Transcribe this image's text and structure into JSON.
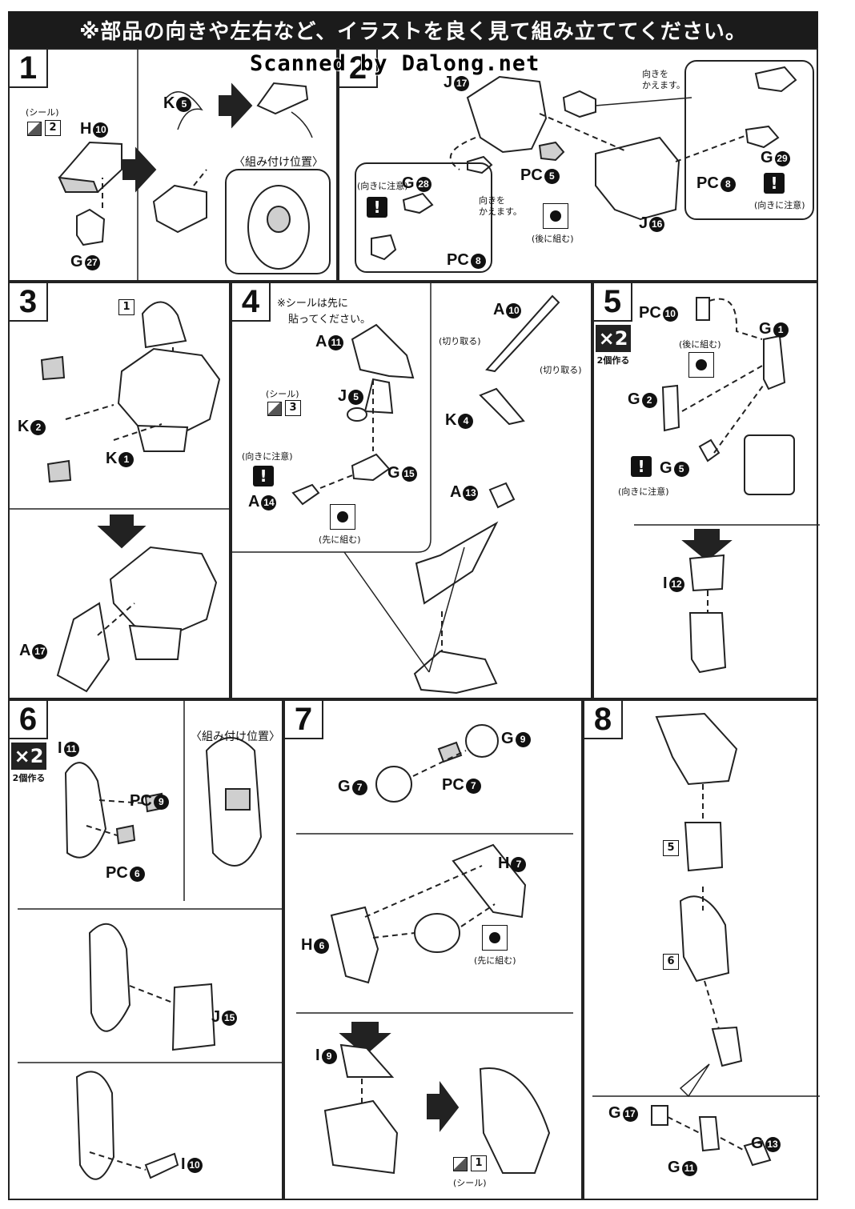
{
  "banner": {
    "text": "※部品の向きや左右など、イラストを良く見て組み立ててください。"
  },
  "watermark": {
    "text": "Scanned by Dalong.net"
  },
  "steps": {
    "s1": {
      "num": "1",
      "sticker": "(シール)",
      "sticker_ref": "2",
      "H10": "H",
      "K5": "K",
      "G27": "G",
      "pos": "〈組み付け位置〉"
    },
    "s2": {
      "num": "2",
      "J17": "J",
      "G28": "G",
      "caution": "(向きに注意)",
      "turn1": "向きを",
      "turn2": "かえます。",
      "PC5": "PC",
      "PC8a": "PC",
      "later": "(後に組む)",
      "J16": "J",
      "turnb1": "向きを",
      "turnb2": "かえます。",
      "G29": "G",
      "PC8b": "PC",
      "caution2": "(向きに注意)"
    },
    "s3": {
      "num": "3",
      "ref": "1",
      "K2": "K",
      "K1": "K",
      "A17": "A"
    },
    "s4": {
      "num": "4",
      "note1": "※シールは先に",
      "note2": "貼ってください。",
      "A11": "A",
      "sticker": "(シール)",
      "sticker_ref": "3",
      "J5": "J",
      "G15": "G",
      "caution": "(向きに注意)",
      "A14": "A",
      "first": "(先に組む)",
      "A10": "A",
      "cut1": "(切り取る)",
      "cut2": "(切り取る)",
      "K4": "K",
      "A13": "A"
    },
    "s5": {
      "num": "5",
      "x2": "×2",
      "make2": "2個作る",
      "PC10": "PC",
      "G1": "G",
      "later": "(後に組む)",
      "G2": "G",
      "G5": "G",
      "caution": "(向きに注意)",
      "I12": "I"
    },
    "s6": {
      "num": "6",
      "x2": "×2",
      "make2": "2個作る",
      "I11": "I",
      "pos": "〈組み付け位置〉",
      "PC9": "PC",
      "PC6": "PC",
      "J15": "J",
      "I10": "I"
    },
    "s7": {
      "num": "7",
      "G9": "G",
      "G7": "G",
      "PC7": "PC",
      "H7": "H",
      "H6": "H",
      "first": "(先に組む)",
      "I9": "I",
      "sticker": "(シール)",
      "sticker_ref": "1"
    },
    "s8": {
      "num": "8",
      "ref5": "5",
      "ref6": "6",
      "G17": "G",
      "G13": "G",
      "G11": "G"
    }
  },
  "nums": {
    "n1": "1",
    "n2": "2",
    "n4": "4",
    "n5": "5",
    "n6": "6",
    "n7": "7",
    "n8": "8",
    "n9": "9",
    "n10": "10",
    "n11": "11",
    "n12": "12",
    "n13": "13",
    "n14": "14",
    "n15": "15",
    "n16": "16",
    "n17": "17",
    "n27": "27",
    "n28": "28",
    "n29": "29"
  }
}
